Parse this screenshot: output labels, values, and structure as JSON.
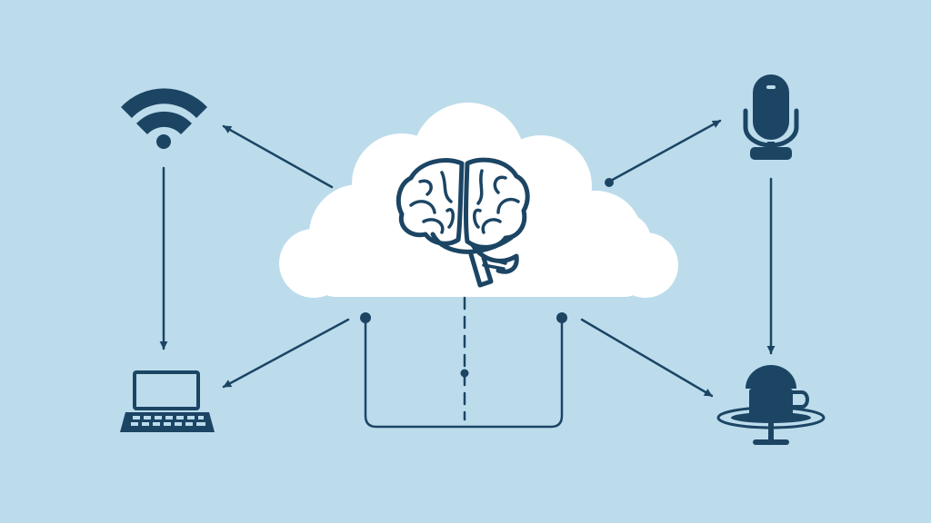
{
  "diagram": {
    "type": "cloud-ai-connectivity-illustration",
    "colors": {
      "background": "#bcdcec",
      "ink": "#1c4564",
      "cloud": "#ffffff"
    },
    "center": {
      "icon": "brain-icon"
    },
    "devices": [
      {
        "id": "wifi",
        "icon": "wifi-icon"
      },
      {
        "id": "microphone",
        "icon": "microphone-icon"
      },
      {
        "id": "laptop",
        "icon": "laptop-icon"
      },
      {
        "id": "smart-speaker",
        "icon": "smart-speaker-icon"
      }
    ],
    "connections": [
      {
        "from": "cloud",
        "to": "wifi",
        "style": "arrow"
      },
      {
        "from": "cloud",
        "to": "microphone",
        "style": "arrow-with-dot"
      },
      {
        "from": "wifi",
        "to": "laptop",
        "style": "arrow"
      },
      {
        "from": "microphone",
        "to": "smart-speaker",
        "style": "arrow"
      },
      {
        "from": "cloud",
        "to": "laptop",
        "style": "arrow-with-dot"
      },
      {
        "from": "cloud",
        "to": "smart-speaker",
        "style": "arrow"
      },
      {
        "from": "cloud",
        "to": "cloud",
        "style": "loop-with-dashed-center"
      }
    ]
  }
}
